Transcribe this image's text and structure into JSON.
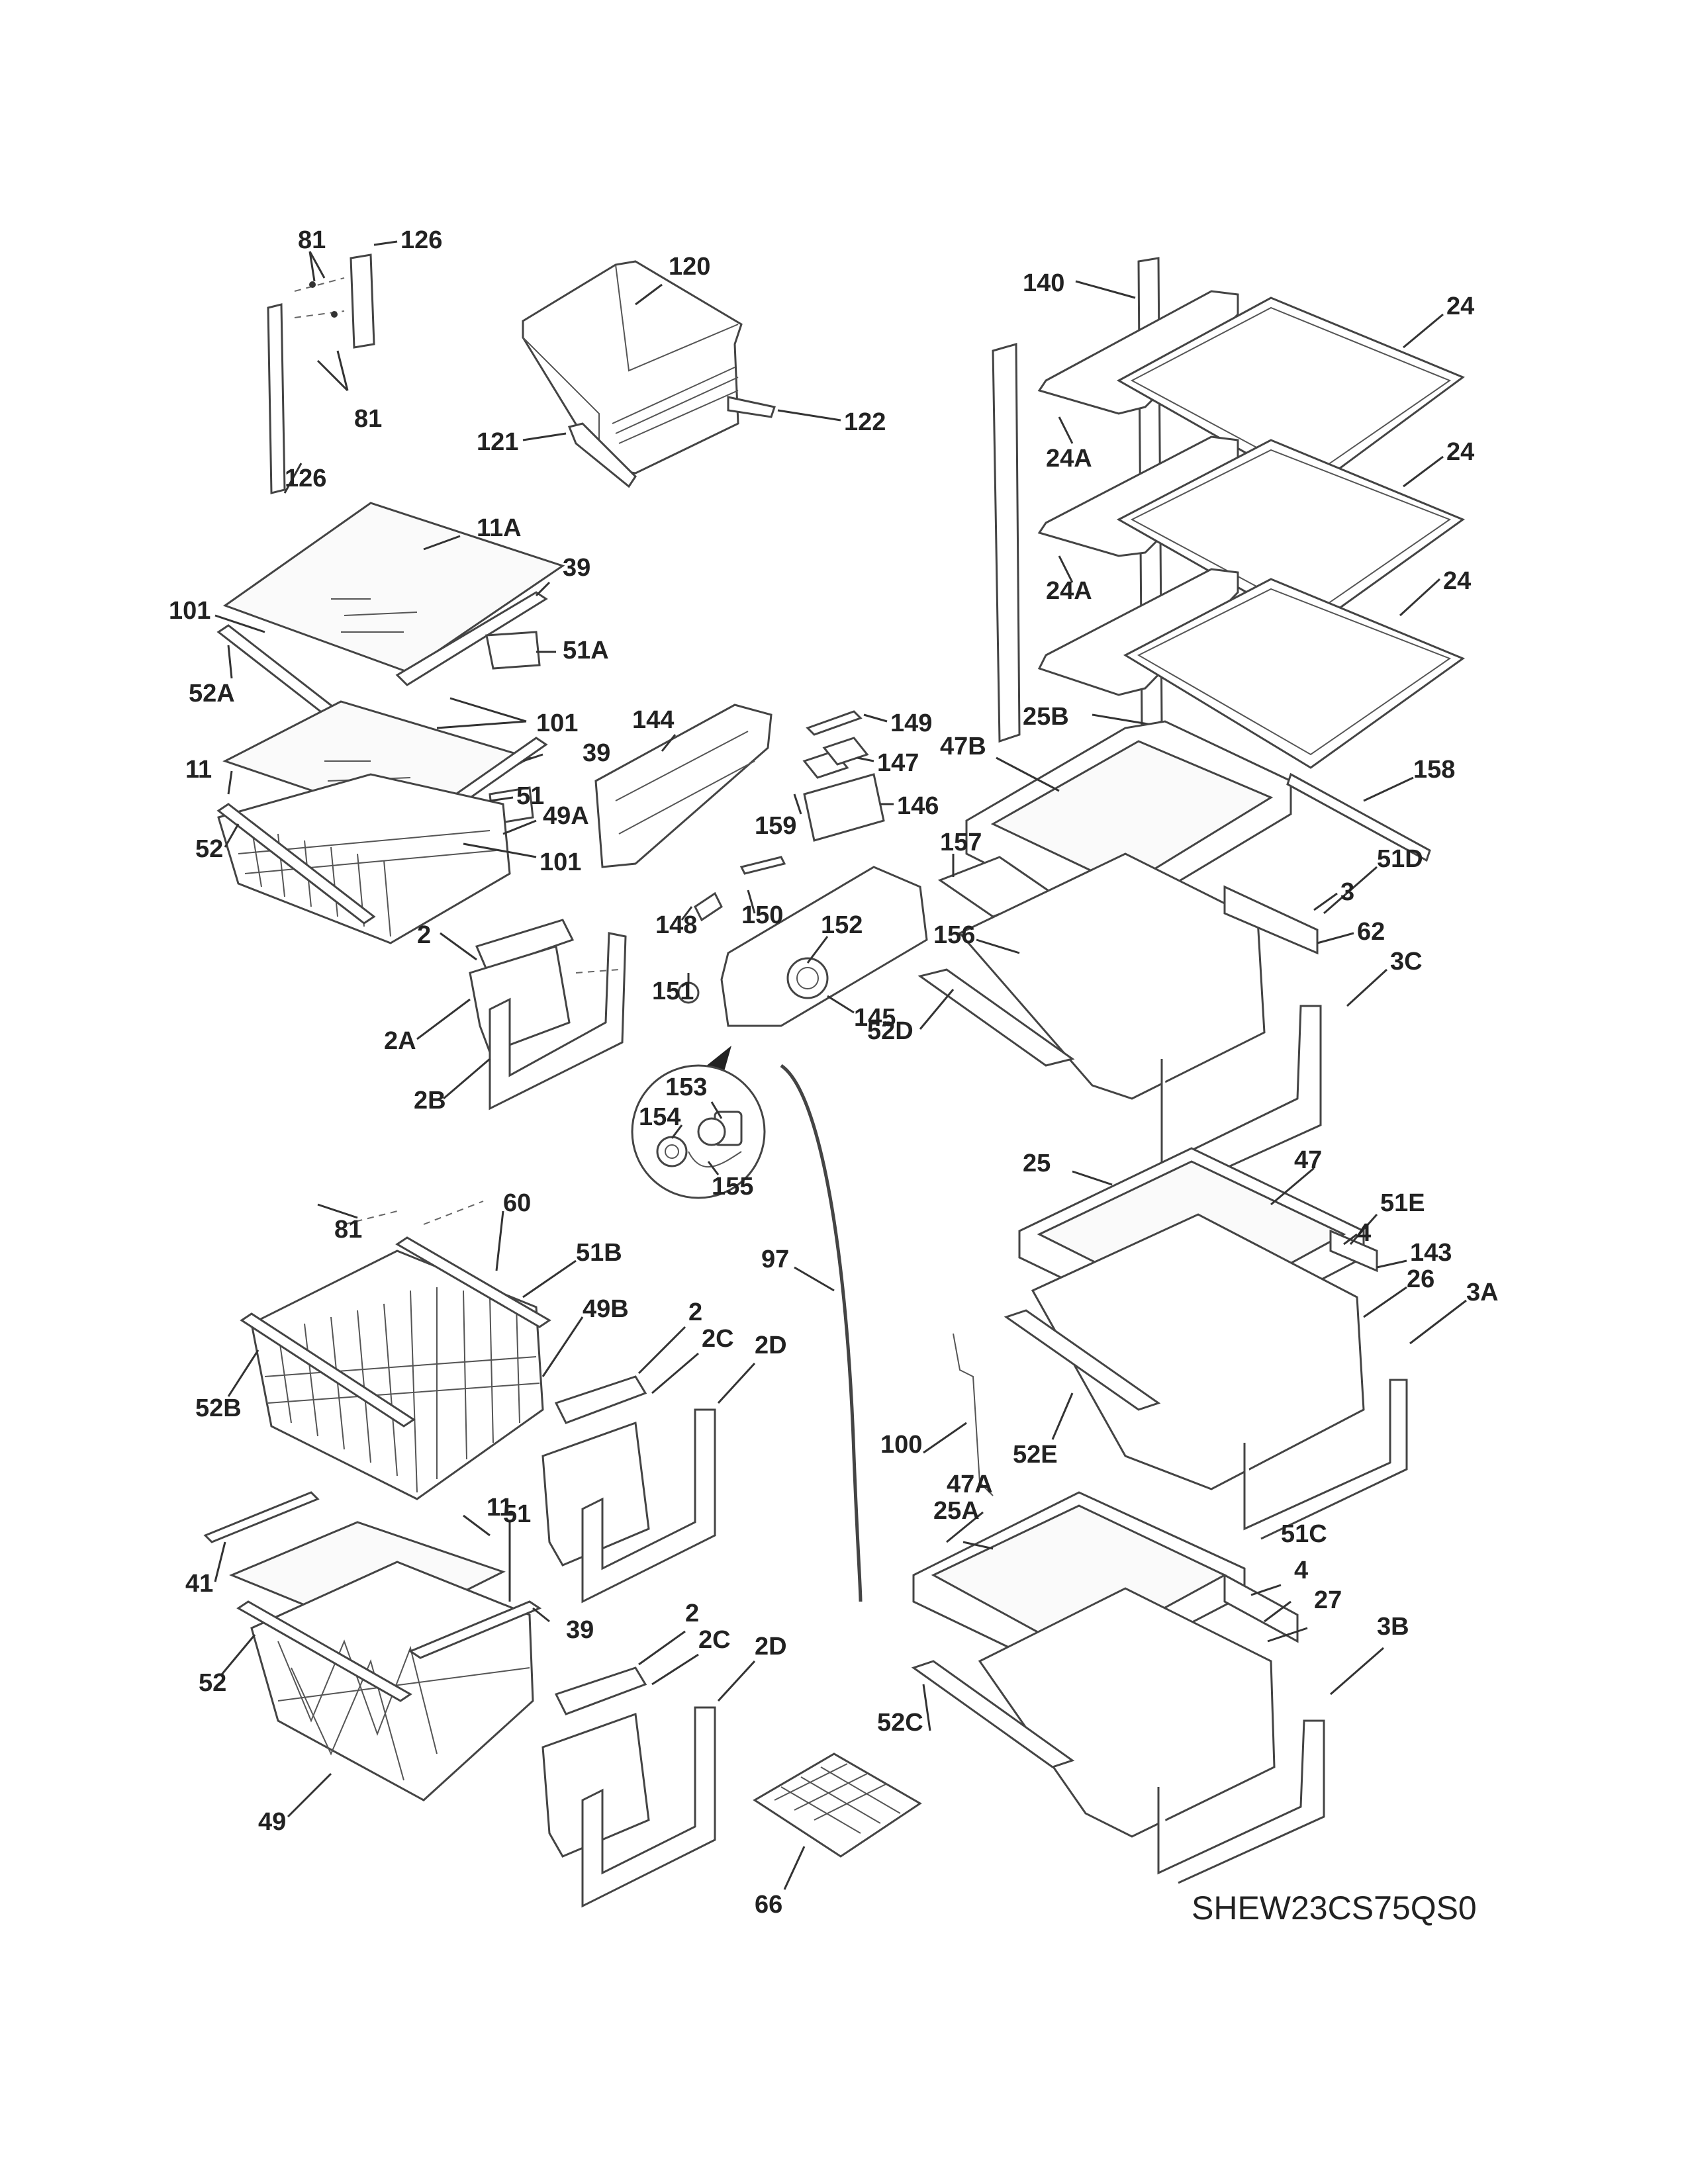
{
  "model_number": "SHEW23CS75QS0",
  "callouts": [
    "81",
    "126",
    "120",
    "121",
    "122",
    "126",
    "81",
    "140",
    "24",
    "24A",
    "24",
    "24A",
    "24",
    "11A",
    "39",
    "101",
    "52A",
    "51A",
    "101",
    "11",
    "39",
    "51",
    "49A",
    "52",
    "101",
    "144",
    "149",
    "147",
    "146",
    "159",
    "47B",
    "158",
    "25B",
    "157",
    "51D",
    "3",
    "62",
    "156",
    "148",
    "150",
    "152",
    "2",
    "2A",
    "145",
    "151",
    "3C",
    "52D",
    "2B",
    "153",
    "154",
    "155",
    "25",
    "47",
    "51E",
    "4",
    "143",
    "26",
    "3A",
    "60",
    "81",
    "51B",
    "97",
    "49B",
    "2",
    "2C",
    "2D",
    "52B",
    "100",
    "52E",
    "47A",
    "25A",
    "51C",
    "4",
    "27",
    "41",
    "11",
    "51",
    "39",
    "2",
    "2C",
    "2D",
    "52",
    "52C",
    "3B",
    "49",
    "66"
  ]
}
